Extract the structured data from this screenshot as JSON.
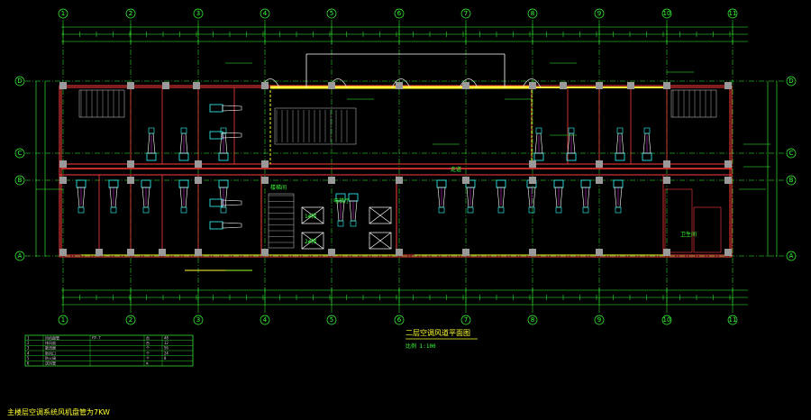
{
  "drawing": {
    "col_axes": [
      "1",
      "2",
      "3",
      "4",
      "5",
      "6",
      "7",
      "8",
      "9",
      "10",
      "11"
    ],
    "row_axes": [
      "D",
      "C",
      "B",
      "A"
    ],
    "plan_title": "二层空调风道平面图",
    "plan_subtitle": "比例 1:100",
    "footer_note": "主楼层空调系统风机盘管为7KW",
    "colors": {
      "background": "#000000",
      "grid": "#39ff39",
      "wall": "#ff3b3b",
      "duct": "#ffff33",
      "equipment": "#33ffff",
      "column": "#9a9a9a"
    },
    "room_labels": [
      "卫生间",
      "1#梯",
      "2#梯",
      "电梯厅",
      "楼梯间",
      "走道"
    ],
    "legend": {
      "rows": [
        [
          "1",
          "风机盘管",
          "FP-7",
          "台",
          "48"
        ],
        [
          "2",
          "排风扇",
          "",
          "台",
          "12"
        ],
        [
          "3",
          "散流器",
          "",
          "个",
          "56"
        ],
        [
          "4",
          "新风口",
          "",
          "个",
          "24"
        ],
        [
          "5",
          "防火阀",
          "",
          "个",
          "8"
        ],
        [
          "6",
          "送风管",
          "",
          "m",
          ""
        ]
      ]
    }
  }
}
